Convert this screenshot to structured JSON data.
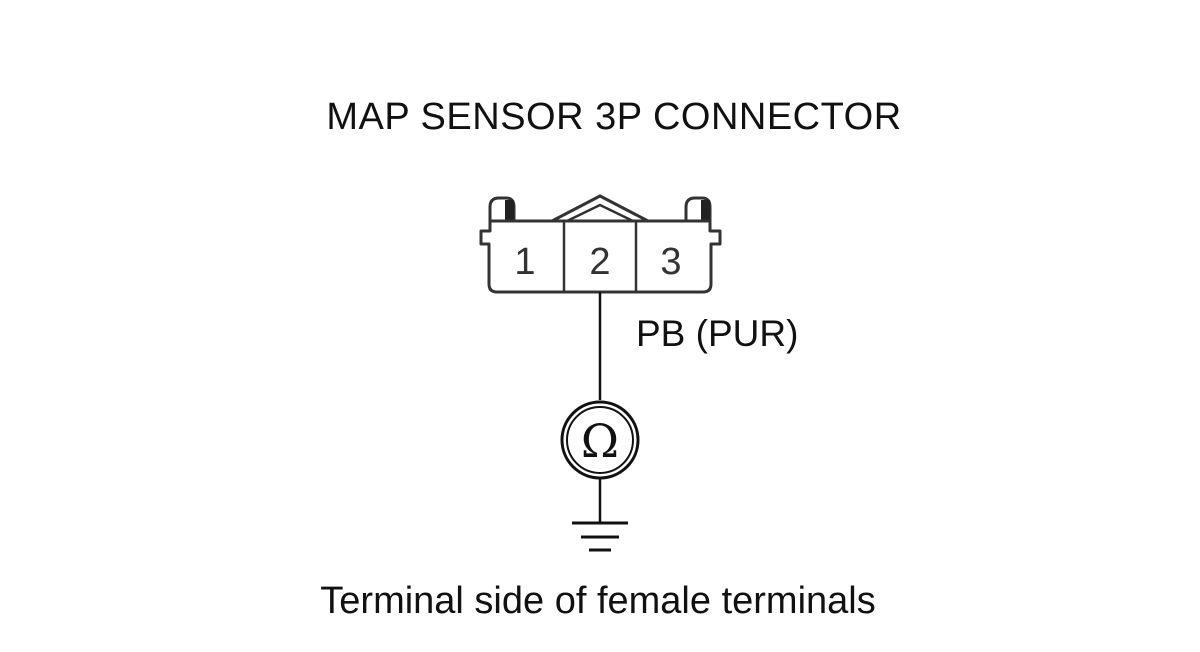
{
  "title": "MAP SENSOR 3P CONNECTOR",
  "connector": {
    "pins": [
      "1",
      "2",
      "3"
    ],
    "measured_pin": "2"
  },
  "wire_label": "PB (PUR)",
  "meter_symbol": "Ω",
  "ground_icon": "ground-icon",
  "caption": "Terminal side of female terminals"
}
